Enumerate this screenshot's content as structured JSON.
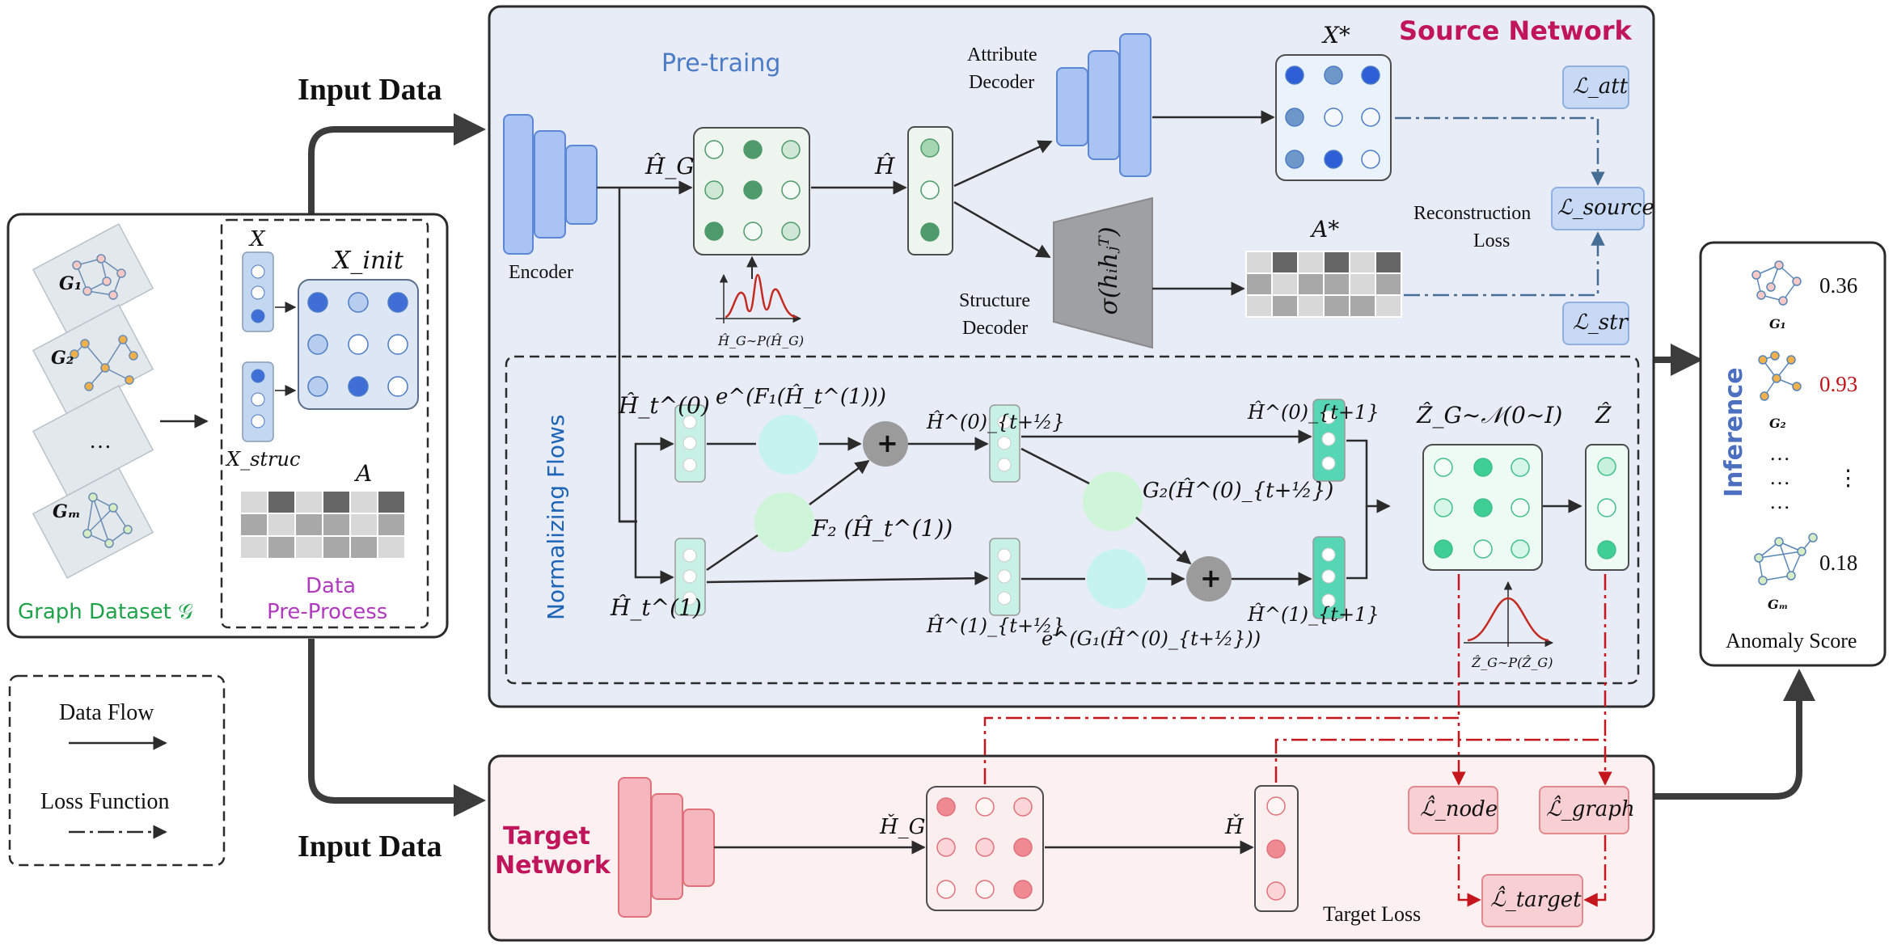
{
  "input_data_top": "Input Data",
  "input_data_bottom": "Input Data",
  "graph_dataset": "Graph Dataset 𝒢",
  "data_preprocess_line1": "Data",
  "data_preprocess_line2": "Pre-Process",
  "graph_labels": [
    "G₁",
    "G₂",
    "…",
    "Gₘ"
  ],
  "pre_x_label": "X",
  "pre_xinit_label": "X_init",
  "pre_xstruc_label": "X_struc",
  "pre_a_label": "A",
  "legend": {
    "data_flow": "Data Flow",
    "loss_function": "Loss Function"
  },
  "source_network": {
    "title": "Source Network",
    "pretraining": "Pre-traing",
    "encoder": "Encoder",
    "attribute_decoder_line1": "Attribute",
    "attribute_decoder_line2": "Decoder",
    "structure_decoder_line1": "Structure",
    "structure_decoder_line2": "Decoder",
    "h_g": "Ĥ_G",
    "h_hat": "Ĥ",
    "prior": "Ĥ_G∼P(Ĥ_G)",
    "x_star": "X*",
    "a_star": "A*",
    "sigma": "σ(hᵢhⱼᵀ)",
    "reconstruction_line1": "Reconstruction",
    "reconstruction_line2": "Loss",
    "loss_att": "ℒ_att",
    "loss_source": "ℒ_source",
    "loss_str": "ℒ_str"
  },
  "normalizing_flows": {
    "title": "Normalizing  Flows",
    "ht0": "Ĥ_t^(0)",
    "ht1": "Ĥ_t^(1)",
    "e_f1": "e^(F₁(Ĥ_t^(1)))",
    "f2": "F₂ (Ĥ_t^(1))",
    "h_half_0": "Ĥ^(0)_{t+½}",
    "h_half_1": "Ĥ^(1)_{t+½}",
    "g2": "G₂(Ĥ^(0)_{t+½})",
    "e_g1": "e^(G₁(Ĥ^(0)_{t+½}))",
    "h_next_0": "Ĥ^(0)_{t+1}",
    "h_next_1": "Ĥ^(1)_{t+1}",
    "zg": "Ẑ_G∼𝒩(0∼I)",
    "z_hat": "Ẑ",
    "zg_prior": "Ẑ_G∼P(Ẑ_G)",
    "plus": "+"
  },
  "target_network": {
    "title_line1": "Target",
    "title_line2": "Network",
    "h_g": "Ȟ_G",
    "h": "Ȟ",
    "loss_node": "ℒ̂_node",
    "loss_graph": "ℒ̂_graph",
    "loss_target": "ℒ̂_target",
    "target_loss": "Target Loss"
  },
  "inference": {
    "title": "Inference",
    "scores": [
      "0.36",
      "0.93",
      "⋮",
      "0.18"
    ],
    "graph_labels": [
      "G₁",
      "G₂",
      "Gₘ"
    ],
    "dots": [
      "…",
      "…",
      "…"
    ],
    "anomaly_score": "Anomaly Score"
  },
  "colors": {
    "source_bg": "#e8ecf7",
    "target_bg": "#fdf0f0",
    "encoder_blue": "#a9c4f2",
    "node_green": "#4e9a6a",
    "flow_teal": "#56d6b4",
    "flow_cyan": "#c6f2f0",
    "flow_mint": "#cff5d9",
    "target_pink": "#f5b7bd",
    "loss_blue_box": "#c7d9f5",
    "loss_pink_box": "#f8cfd2",
    "source_title": "#c0155a",
    "pretrain_blue": "#4c7cc6",
    "preprocess_purple": "#b03bbf",
    "dataset_green": "#1fa34a",
    "anomaly_red": "#c0141a",
    "dashdot_red": "#c4161c",
    "dashdot_blue": "#466d94"
  }
}
